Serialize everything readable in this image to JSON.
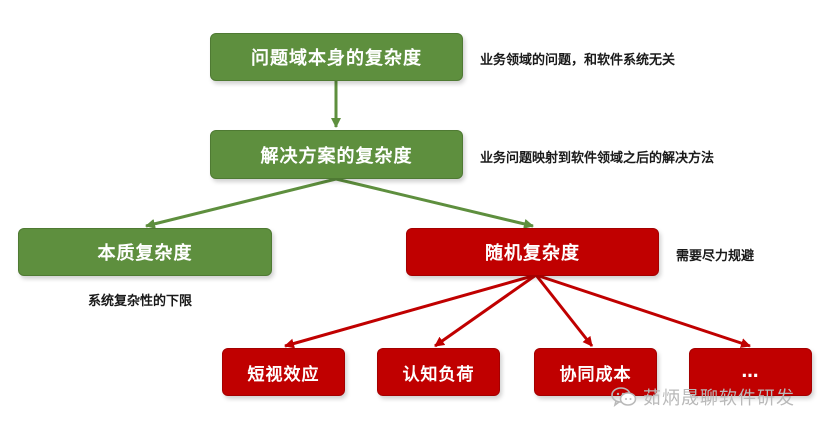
{
  "nodes": {
    "problem": "问题域本身的复杂度",
    "solution": "解决方案的复杂度",
    "essential": "本质复杂度",
    "accidental": "随机复杂度",
    "leaf1": "短视效应",
    "leaf2": "认知负荷",
    "leaf3": "协同成本",
    "leaf4": "…"
  },
  "notes": {
    "problem": "业务领域的问题，和软件系统无关",
    "solution": "业务问题映射到软件领域之后的解决方法",
    "essential": "系统复杂性的下限",
    "accidental": "需要尽力规避"
  },
  "colors": {
    "green": "#5e8f3e",
    "red": "#c00000"
  },
  "watermark": {
    "icon": "wechat-icon",
    "text": "茹炳晟聊软件研发"
  }
}
